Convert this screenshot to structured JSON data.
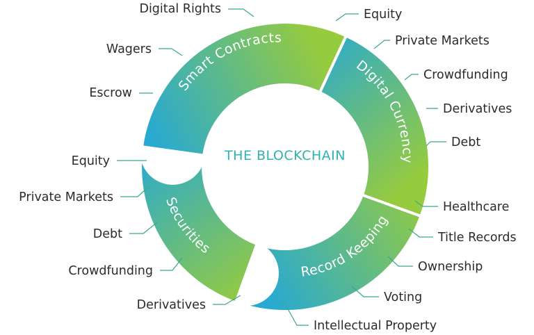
{
  "diagram": {
    "center_title": "THE BLOCKCHAIN",
    "colors": {
      "gradient_teal": "#27a9d3",
      "gradient_green": "#97cb3e",
      "center_text": "#2fb3b0",
      "leader_line": "#39a88a",
      "label_text": "#2b2b2b"
    },
    "segments": [
      {
        "label": "Smart Contracts",
        "items": [
          "Digital Rights",
          "Wagers",
          "Escrow"
        ]
      },
      {
        "label": "Digital Currency",
        "items": [
          "Equity",
          "Private Markets",
          "Crowdfunding",
          "Derivatives",
          "Debt"
        ]
      },
      {
        "label": "Record Keeping",
        "items": [
          "Healthcare",
          "Title Records",
          "Ownership",
          "Voting",
          "Intellectual Property"
        ]
      },
      {
        "label": "Securities",
        "items": [
          "Equity",
          "Private Markets",
          "Debt",
          "Crowdfunding",
          "Derivatives"
        ]
      }
    ]
  }
}
